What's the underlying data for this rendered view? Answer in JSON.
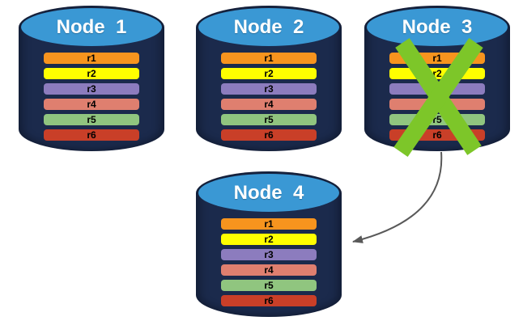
{
  "diagram": {
    "background": "#FFFFFF",
    "colors": {
      "cylinder_body": "#1B2A4C",
      "cylinder_top": "#3A98D4",
      "node_label_text": "#FFFFFF",
      "row_label_text": "#000000",
      "x_mark": "#7DC629",
      "arrow": "#595959"
    },
    "row_colors": {
      "r1": "#F7941E",
      "r2": "#FFFF00",
      "r3": "#8C7CBE",
      "r4": "#DF7F6F",
      "r5": "#90C57F",
      "r6": "#C93F28"
    },
    "nodes": [
      {
        "label": "Node  1",
        "failed": false,
        "rows": [
          "r1",
          "r2",
          "r3",
          "r4",
          "r5",
          "r6"
        ]
      },
      {
        "label": "Node  2",
        "failed": false,
        "rows": [
          "r1",
          "r2",
          "r3",
          "r4",
          "r5",
          "r6"
        ]
      },
      {
        "label": "Node  3",
        "failed": true,
        "rows": [
          "r1",
          "r2",
          "r3",
          "r4",
          "r5",
          "r6"
        ]
      },
      {
        "label": "Node  4",
        "failed": false,
        "rows": [
          "r1",
          "r2",
          "r3",
          "r4",
          "r5",
          "r6"
        ]
      }
    ],
    "arrow": {
      "from": "Node  3",
      "to": "Node  4"
    }
  }
}
